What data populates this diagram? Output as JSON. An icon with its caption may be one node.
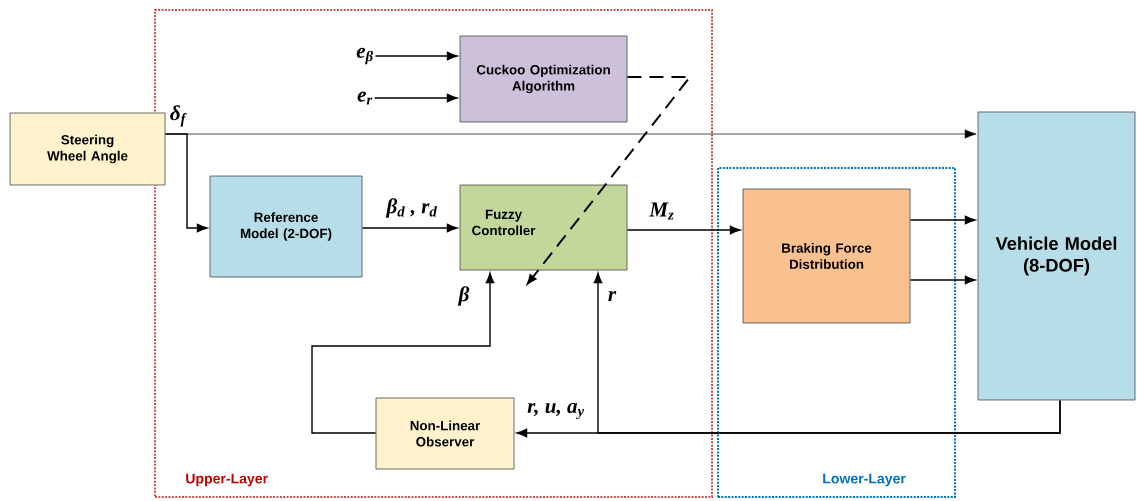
{
  "diagram": {
    "nodes": [
      {
        "text": [
          "Upper-Layer"
        ]
      },
      {
        "text": [
          "Lower-Layer"
        ]
      },
      {
        "text": [
          "Steering Wheel Angle"
        ]
      },
      {
        "text": [
          "Cuckoo Optimization Algorithm"
        ],
        "in": 0
      },
      {
        "text": [
          "Reference Model (2-DOF)"
        ],
        "in": 0
      },
      {
        "text": [
          "Fuzzy Controller"
        ],
        "in": 0
      },
      {
        "text": [
          "Non-Linear Observer"
        ],
        "in": 0
      },
      {
        "text": [
          "Braking Force Distribution"
        ],
        "in": 1
      },
      {
        "text": [
          "Vehicle Model (8-DOF)"
        ]
      },
      {
        "text": [
          "e$_{β}$"
        ],
        "in": 0
      },
      {
        "text": [
          "e$_{r}$"
        ],
        "in": 0
      }
    ],
    "edges": [
      {
        "from": 9,
        "to": 3,
        "arrow": "to"
      },
      {
        "from": 10,
        "to": 3,
        "arrow": "to"
      },
      {
        "from": 2,
        "to": 8,
        "arrow": "to",
        "label": "δ$_{f}$"
      },
      {
        "from": 2,
        "to": 4,
        "arrow": "to"
      },
      {
        "from": 4,
        "to": 5,
        "arrow": "to",
        "label": "β$_{d}$ , r$_{d}$"
      },
      {
        "from": 5,
        "to": 7,
        "arrow": "to",
        "label": "M$_{z}$"
      },
      {
        "from": 7,
        "to": 8,
        "arrow": "to"
      },
      {
        "from": 7,
        "to": 8,
        "arrow": "to"
      },
      {
        "from": 8,
        "to": 6,
        "arrow": "to",
        "label": "r, u, a$_{y}$"
      },
      {
        "from": 8,
        "to": 5,
        "arrow": "to",
        "label": "r"
      },
      {
        "from": 6,
        "to": 5,
        "arrow": "to",
        "label": "β"
      },
      {
        "from": 3,
        "to": 5,
        "arrow": "to",
        "style": "dashed"
      }
    ]
  }
}
